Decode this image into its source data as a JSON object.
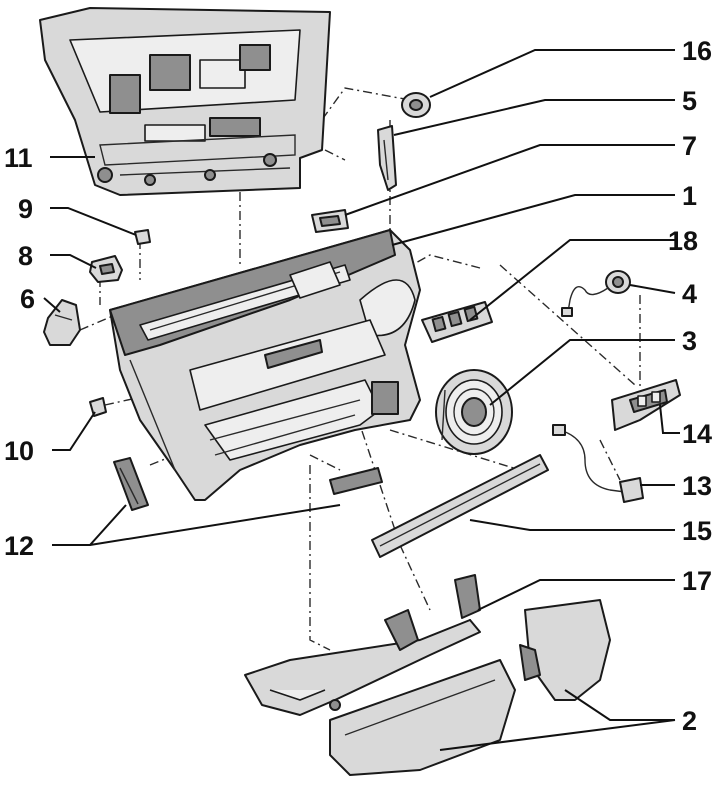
{
  "callouts": [
    {
      "id": "16",
      "label": "16"
    },
    {
      "id": "5",
      "label": "5"
    },
    {
      "id": "11",
      "label": "11"
    },
    {
      "id": "7",
      "label": "7"
    },
    {
      "id": "9",
      "label": "9"
    },
    {
      "id": "1",
      "label": "1"
    },
    {
      "id": "8",
      "label": "8"
    },
    {
      "id": "18",
      "label": "18"
    },
    {
      "id": "6",
      "label": "6"
    },
    {
      "id": "4",
      "label": "4"
    },
    {
      "id": "3",
      "label": "3"
    },
    {
      "id": "10",
      "label": "10"
    },
    {
      "id": "14",
      "label": "14"
    },
    {
      "id": "13",
      "label": "13"
    },
    {
      "id": "12",
      "label": "12"
    },
    {
      "id": "15",
      "label": "15"
    },
    {
      "id": "17",
      "label": "17"
    },
    {
      "id": "2",
      "label": "2"
    }
  ]
}
